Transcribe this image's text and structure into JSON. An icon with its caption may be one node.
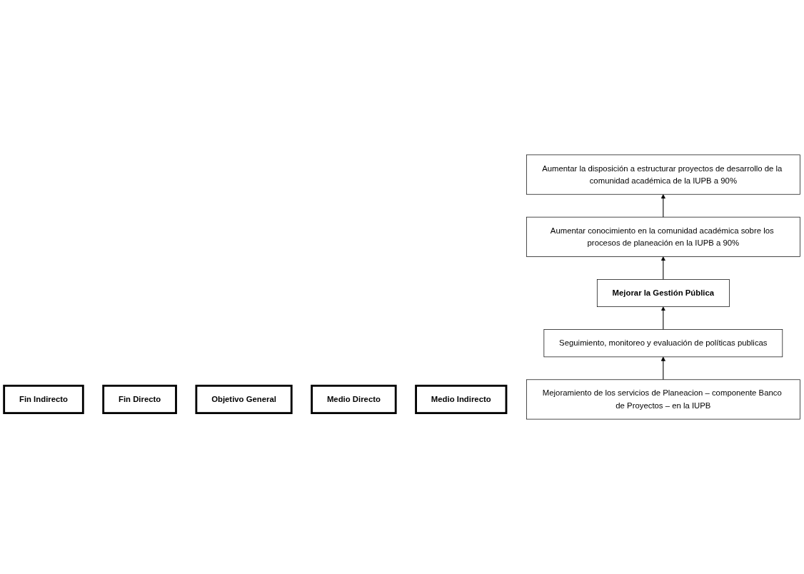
{
  "diagram": {
    "nodes": [
      {
        "text": [
          "Fin Indirecto"
        ]
      },
      {
        "text": [
          "Aumentar la disposición a estructurar proyectos de desarrollo de la comunidad académica de la IUPB a 90%"
        ]
      },
      {
        "text": [
          "Fin Directo"
        ]
      },
      {
        "text": [
          "Aumentar conocimiento en la comunidad académica sobre los procesos de planeación en la IUPB a 90%"
        ]
      },
      {
        "text": [
          "Objetivo General"
        ]
      },
      {
        "text": [
          "Mejorar la Gestión Pública"
        ]
      },
      {
        "text": [
          "Medio Directo"
        ]
      },
      {
        "text": [
          "Seguimiento, monitoreo y evaluación de políticas publicas"
        ]
      },
      {
        "text": [
          "Medio Indirecto"
        ]
      },
      {
        "text": [
          "Mejoramiento de los servicios de Planeacion – componente Banco de Proyectos – en la IUPB"
        ]
      }
    ],
    "edges": [
      {
        "from": 3,
        "to": 1,
        "arrow": "to"
      },
      {
        "from": 5,
        "to": 3,
        "arrow": "to"
      },
      {
        "from": 7,
        "to": 5,
        "arrow": "to"
      },
      {
        "from": 9,
        "to": 7,
        "arrow": "to"
      }
    ]
  }
}
